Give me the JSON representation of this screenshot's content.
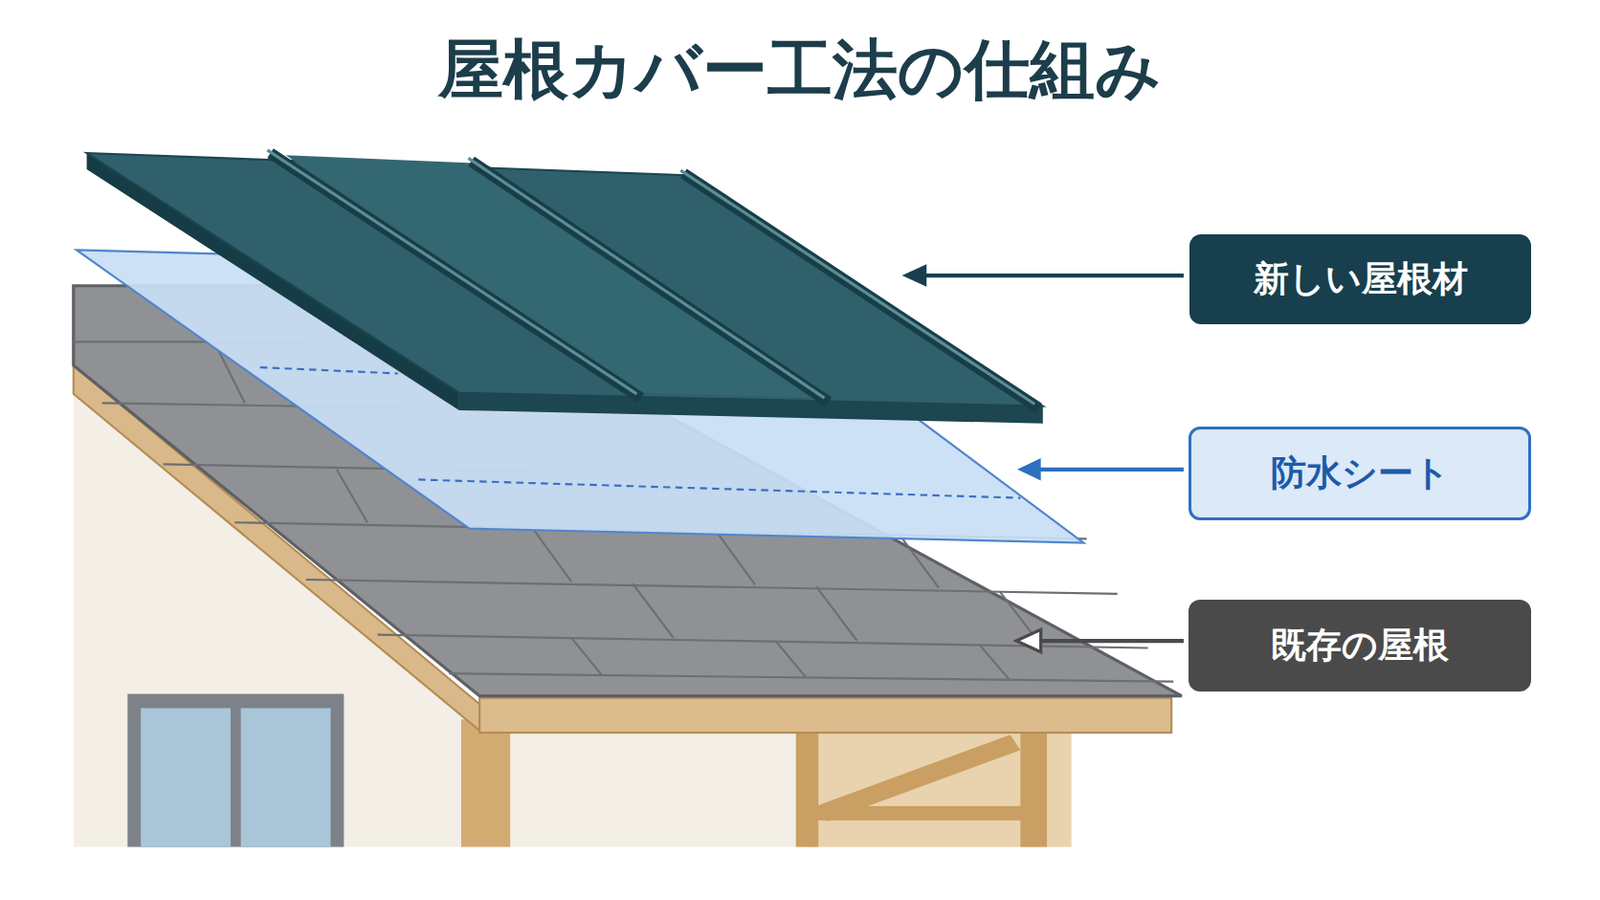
{
  "diagram": {
    "title": "屋根カバー工法の仕組み",
    "nodes": [
      {
        "text": [
          "新しい屋根材"
        ]
      },
      {
        "text": [
          "防水シート"
        ]
      },
      {
        "text": [
          "既存の屋根"
        ]
      }
    ]
  }
}
